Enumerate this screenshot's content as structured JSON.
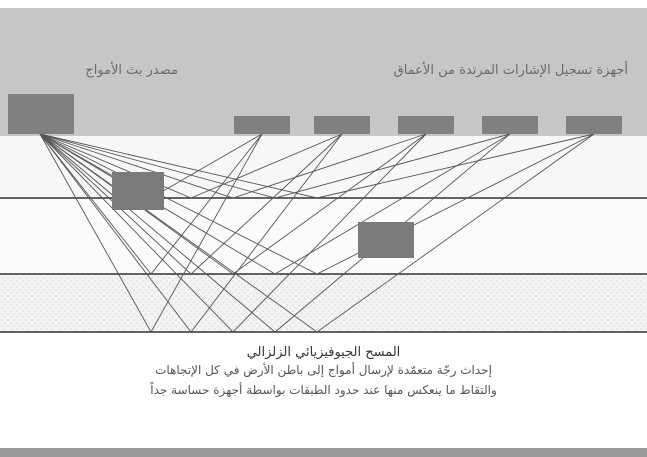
{
  "labels": {
    "source": "مصدر بث الأمواج",
    "receivers": "أجهزة تسجيل الإشارات المرتدة من الأعماق"
  },
  "caption": {
    "title": "المسح الجيوفيزيائي الزلزالي",
    "line1": "إحداث رجّة متعمّدة لإرسال أمواج إلى باطن الأرض في كل الإتجاهات",
    "line2": "والتقاط ما ينعكس منها عند حدود الطبقات بواسطة أجهزة حساسة جداً"
  },
  "colors": {
    "surface_band": "#c6c6c6",
    "source_box": "#808080",
    "receiver_box": "#808080",
    "layer_line": "#333333",
    "ray_line": "#555555",
    "dotted_band": "#f0f0f0",
    "bottom_bar": "#9a9a9a"
  }
}
